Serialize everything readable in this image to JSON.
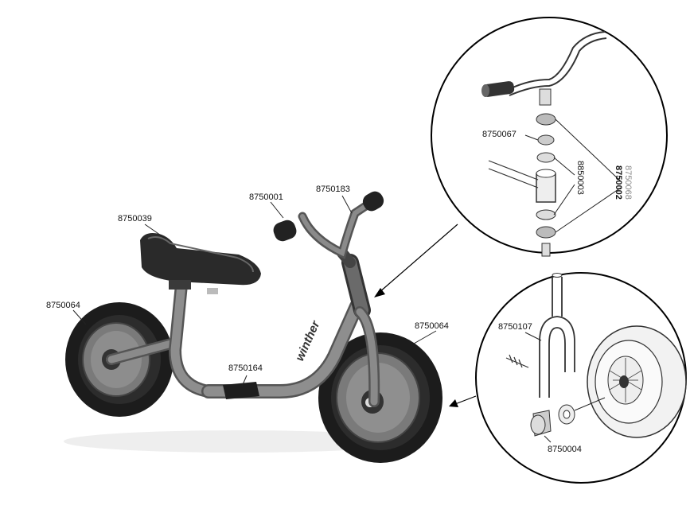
{
  "labels": {
    "seat": "8750039",
    "handlebar_grip": "8750001",
    "handlebar": "8750183",
    "rear_wheel": "8750064",
    "front_wheel": "8750064",
    "footrest": "8750164",
    "headset_nut": "8750067",
    "headset_bearing": "8850003",
    "headset_cup_a": "8750068",
    "headset_cup_b": "8750002",
    "fork": "8750107",
    "axle_nut": "8750004"
  },
  "brand": "winther"
}
